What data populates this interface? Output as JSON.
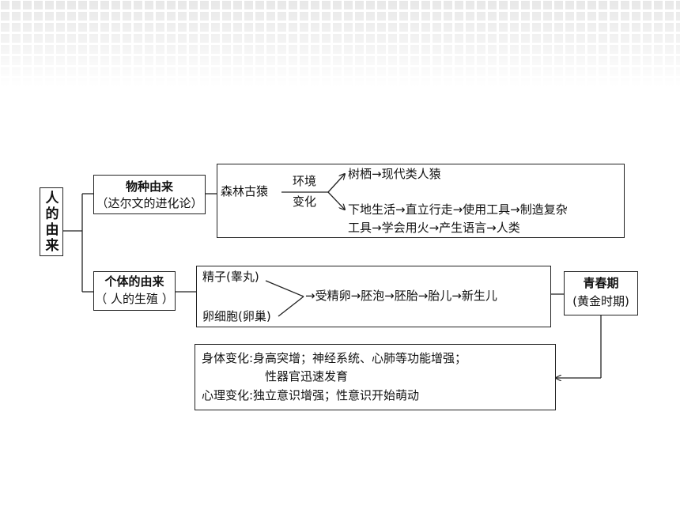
{
  "root": {
    "label": "人的由来"
  },
  "species": {
    "title": "物种由来",
    "subtitle": "（达尔文的进化论）",
    "ancestor": "森林古猿",
    "env_line1": "环境",
    "env_line2": "变化",
    "branch_trees": "树栖→现代类人猿",
    "branch_ground_line1": "下地生活→直立行走→使用工具→制造复杂",
    "branch_ground_line2": "工具→学会用火→产生语言→人类"
  },
  "individual": {
    "title": "个体的由来",
    "subtitle": "（ 人的生殖 ）",
    "sperm": "精子(睾丸)",
    "egg": "卵细胞(卵巢)",
    "development": "→受精卵→胚泡→胚胎→胎儿→新生儿"
  },
  "puberty": {
    "title": "青春期",
    "subtitle": "(黄金时期)"
  },
  "changes": {
    "physical_line1": "身体变化:身高突增；神经系统、心肺等功能增强；",
    "physical_line2": "性器官迅速发育",
    "mental": "心理变化:独立意识增强；性意识开始萌动"
  },
  "colors": {
    "line": "#222222",
    "pattern": "#e6e6e6"
  }
}
